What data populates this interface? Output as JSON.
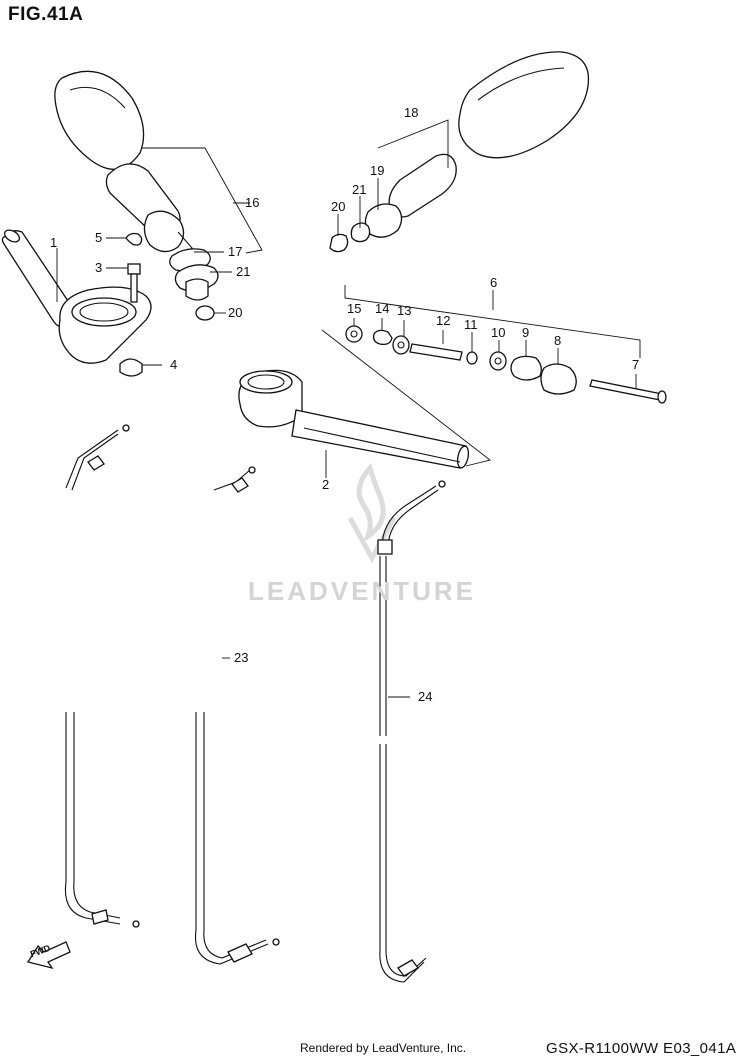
{
  "figure": {
    "title": "FIG.41A"
  },
  "watermark": {
    "brand": "LEADVENTURE"
  },
  "footer": {
    "rendered_by": "Rendered by LeadVenture, Inc.",
    "model_code": "GSX-R1100WW   E03_041A"
  },
  "direction_arrow": {
    "label": "FWD"
  },
  "callouts": [
    {
      "id": "c1",
      "label": "1"
    },
    {
      "id": "c2",
      "label": "2"
    },
    {
      "id": "c3",
      "label": "3"
    },
    {
      "id": "c4",
      "label": "4"
    },
    {
      "id": "c5",
      "label": "5"
    },
    {
      "id": "c6",
      "label": "6"
    },
    {
      "id": "c7",
      "label": "7"
    },
    {
      "id": "c8",
      "label": "8"
    },
    {
      "id": "c9",
      "label": "9"
    },
    {
      "id": "c10",
      "label": "10"
    },
    {
      "id": "c11",
      "label": "11"
    },
    {
      "id": "c12",
      "label": "12"
    },
    {
      "id": "c13",
      "label": "13"
    },
    {
      "id": "c14",
      "label": "14"
    },
    {
      "id": "c15",
      "label": "15"
    },
    {
      "id": "c16",
      "label": "16"
    },
    {
      "id": "c17",
      "label": "17"
    },
    {
      "id": "c18",
      "label": "18"
    },
    {
      "id": "c19",
      "label": "19"
    },
    {
      "id": "c20a",
      "label": "20"
    },
    {
      "id": "c20b",
      "label": "20"
    },
    {
      "id": "c21a",
      "label": "21"
    },
    {
      "id": "c21b",
      "label": "21"
    },
    {
      "id": "c23",
      "label": "23"
    },
    {
      "id": "c24",
      "label": "24"
    }
  ]
}
